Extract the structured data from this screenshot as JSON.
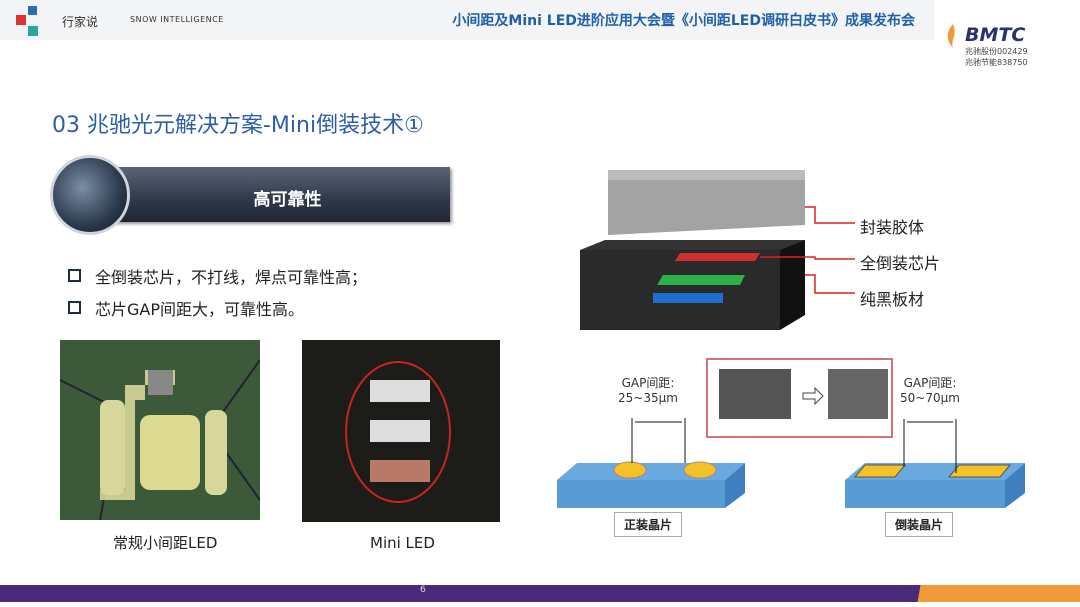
{
  "header": {
    "brand_xingjia": "行家说",
    "brand_snow": "SNOW INTELLIGENCE",
    "conference_title": "小间距及Mini LED进阶应用大会暨《小间距LED调研白皮书》成果发布会",
    "bmtc_logo": "BMTC",
    "stock_1": "兆驰股份002429",
    "stock_2": "兆驰节能838750"
  },
  "slide": {
    "heading": "03 兆驰光元解决方案-Mini倒装技术①",
    "banner": "高可靠性",
    "bullets": [
      "全倒装芯片，不打线，焊点可靠性高；",
      "芯片GAP间距大，可靠性高。"
    ],
    "photo_captions": [
      "常规小间距LED",
      "Mini LED"
    ],
    "structure_labels": [
      "封装胶体",
      "全倒装芯片",
      "纯黑板材"
    ],
    "gap_left": {
      "label": "GAP间距:",
      "value": "25~35μm",
      "chip": "正装晶片"
    },
    "gap_right": {
      "label": "GAP间距:",
      "value": "50~70μm",
      "chip": "倒装晶片"
    },
    "page_number": "6"
  },
  "colors": {
    "heading": "#2e5ea8",
    "footer_purple": "#4a2a78",
    "footer_orange": "#f29a3a",
    "substrate": "#5b9bd5",
    "pad": "#f5c226"
  }
}
